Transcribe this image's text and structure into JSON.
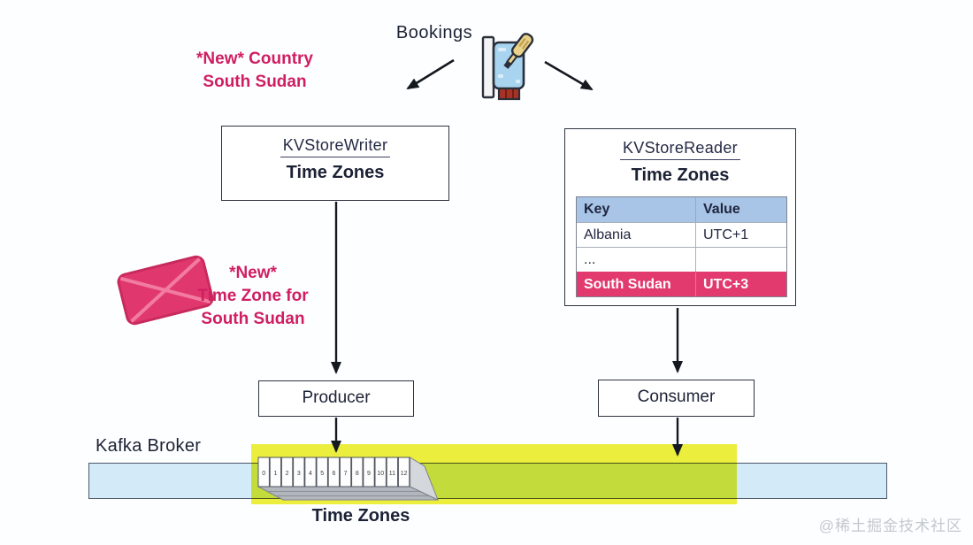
{
  "bookings": {
    "label": "Bookings"
  },
  "notes": {
    "new_country": {
      "line1": "*New* Country",
      "line2": "South Sudan"
    },
    "new_timezone": {
      "line1": "*New*",
      "line2": "Time Zone for",
      "line3": "South Sudan"
    }
  },
  "kv_store_writer": {
    "title": "KVStoreWriter",
    "subtitle": "Time Zones"
  },
  "kv_store_reader": {
    "title": "KVStoreReader",
    "subtitle": "Time Zones",
    "table": {
      "headers": {
        "key": "Key",
        "value": "Value"
      },
      "rows": [
        {
          "key": "Albania",
          "value": "UTC+1",
          "highlight": false
        },
        {
          "key": "...",
          "value": "",
          "highlight": false
        },
        {
          "key": "South Sudan",
          "value": "UTC+3",
          "highlight": true
        }
      ]
    }
  },
  "producer": {
    "label": "Producer"
  },
  "consumer": {
    "label": "Consumer"
  },
  "kafka_broker": {
    "label": "Kafka Broker"
  },
  "topic": {
    "label": "Time Zones",
    "partitions": [
      "0",
      "1",
      "2",
      "3",
      "4",
      "5",
      "6",
      "7",
      "8",
      "9",
      "10",
      "11",
      "12"
    ]
  },
  "watermark": {
    "label": "@稀土掘金技术社区"
  },
  "colors": {
    "pink_text": "#d01e63",
    "pink_fill": "#e23a6e",
    "table_header_blue": "#a8c4e6",
    "broker_bar_blue": "#d3eaf8",
    "highlight_yellow": "#edef3d",
    "ink_navy": "#20263f"
  }
}
